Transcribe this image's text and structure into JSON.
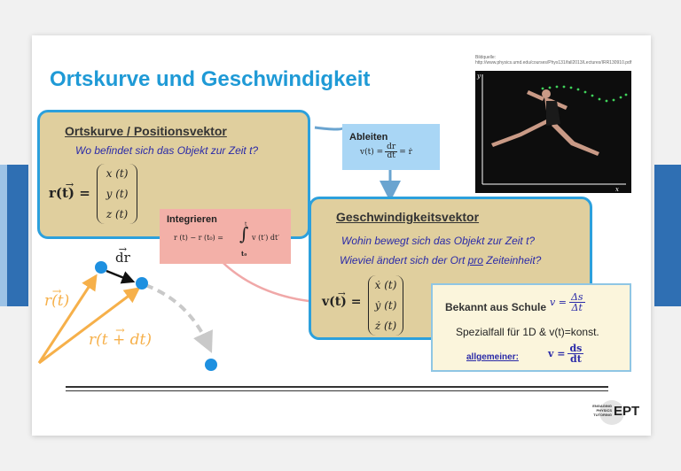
{
  "slide": {
    "title": "Ortskurve und Geschwindigkeit",
    "source_label": "Bildquelle:",
    "source_url": "http://www.physics.umd.edu/courses/Phys131/fall2013/Lectures/IRR130910.pdf",
    "photo_axis_y": "y",
    "photo_axis_x": "x"
  },
  "ortskurve": {
    "heading": "Ortskurve / Positionsvektor",
    "question": "Wo befindet sich das Objekt zur Zeit t?",
    "lhs": "r(t) =",
    "components": [
      "x (t)",
      "y (t)",
      "z (t)"
    ]
  },
  "ableiten": {
    "label": "Ableiten",
    "lhs": "v(t) =",
    "num": "dr",
    "den": "dt",
    "rhs": "= ṙ"
  },
  "integrieren": {
    "label": "Integrieren",
    "lhs": "r (t) − r (t₀) =",
    "upper": "t",
    "lower": "t₀",
    "integrand": "v (t′) dt′"
  },
  "geschwindigkeit": {
    "heading": "Geschwindigkeitsvektor",
    "question1": "Wohin bewegt sich das Objekt zur Zeit t?",
    "question2_pre": "Wieviel ändert sich der Ort ",
    "question2_em": "pro",
    "question2_post": " Zeiteinheit?",
    "lhs": "v(t) =",
    "components": [
      "ẋ (t)",
      "ẏ (t)",
      "ż (t)"
    ]
  },
  "bekannt": {
    "label": "Bekannt aus Schule",
    "formula_lhs": "v =",
    "formula_num": "Δs",
    "formula_den": "Δt",
    "special": "Spezialfall für 1D & v(t)=konst.",
    "general_label": "allgemeiner:",
    "general_lhs": "v =",
    "general_num": "ds",
    "general_den": "dt"
  },
  "diagram": {
    "dr_label": "dr",
    "r_label": "r(t)",
    "r2_label": "r(t + dt)"
  },
  "logo": {
    "line1": "ENGAGING",
    "line2": "PHYSICS",
    "line3": "TUTORING",
    "mark": "EPT"
  },
  "colors": {
    "title": "#1f9ad6",
    "box_border": "#2ca0dc",
    "box_fill": "#e0cf9e",
    "ableiten_fill": "#a9d6f5",
    "integrieren_fill": "#f3b0a8",
    "question_text": "#2a2aa8",
    "arrow_orange": "#f6b04a",
    "dot_blue": "#1e90e0"
  }
}
